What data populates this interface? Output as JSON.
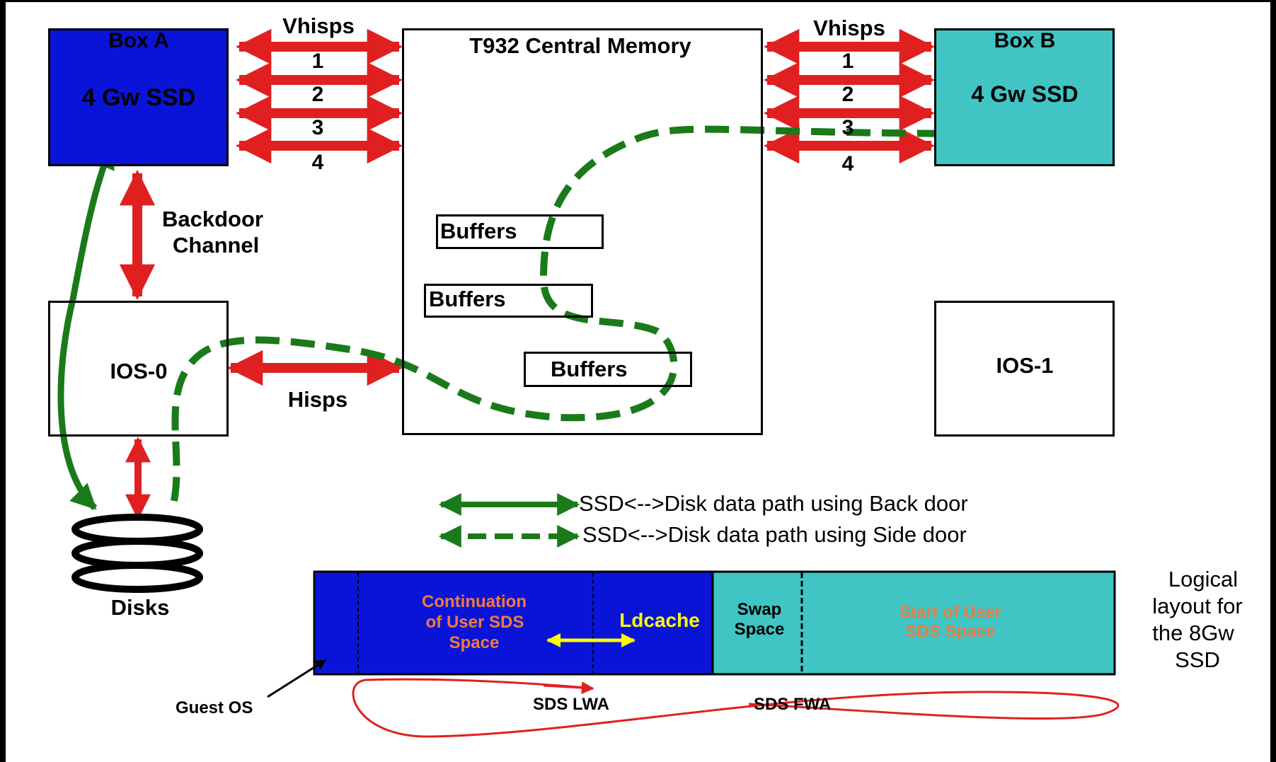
{
  "box_a": {
    "title": "Box A",
    "subtitle": "4 Gw SSD"
  },
  "box_b": {
    "title": "Box B",
    "subtitle": "4 Gw SSD"
  },
  "vhisps_left": {
    "label": "Vhisps",
    "channels": [
      "1",
      "2",
      "3",
      "4"
    ]
  },
  "vhisps_right": {
    "label": "Vhisps",
    "channels": [
      "1",
      "2",
      "3",
      "4"
    ]
  },
  "central_memory": {
    "title": "T932 Central Memory",
    "buffers": [
      "Buffers",
      "Buffers",
      "Buffers"
    ]
  },
  "backdoor": {
    "line1": "Backdoor",
    "line2": "Channel"
  },
  "ios0": "IOS-0",
  "ios1": "IOS-1",
  "hisps": "Hisps",
  "disks": "Disks",
  "legend": {
    "back_door": "SSD<-->Disk data path using Back door",
    "side_door": "SSD<-->Disk data path using Side door"
  },
  "layout_bar": {
    "continuation": [
      "Continuation",
      "of User SDS",
      "Space"
    ],
    "ldcache": "Ldcache",
    "swap": [
      "Swap",
      "Space"
    ],
    "start_user": [
      "Start of User",
      "SDS Space"
    ]
  },
  "logical_layout": [
    "Logical",
    "layout for",
    "the 8Gw",
    "SSD"
  ],
  "guest_os": "Guest OS",
  "sds_lwa": "SDS LWA",
  "sds_fwa": "SDS FWA",
  "colors": {
    "box_a": "#0a14d8",
    "box_b": "#40c4c4",
    "red_arrow": "#e02020",
    "green_path": "#1a7a1a",
    "orange_text": "#f07a40",
    "yellow": "#ffff00"
  }
}
